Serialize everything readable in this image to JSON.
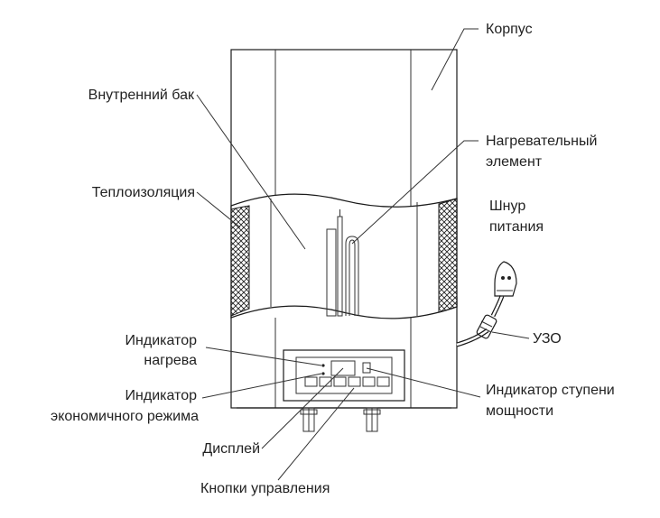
{
  "labels": {
    "korpus": "Корпус",
    "inner_tank": "Внутренний бак",
    "heating_element_1": "Нагревательный",
    "heating_element_2": "элемент",
    "insulation": "Теплоизоляция",
    "power_cord_1": "Шнур",
    "power_cord_2": "питания",
    "uzo": "УЗО",
    "heat_indicator_1": "Индикатор",
    "heat_indicator_2": "нагрева",
    "eco_indicator_1": "Индикатор",
    "eco_indicator_2": "экономичного режима",
    "power_stage_1": "Индикатор ступени",
    "power_stage_2": "мощности",
    "display": "Дисплей",
    "buttons": "Кнопки управления"
  }
}
